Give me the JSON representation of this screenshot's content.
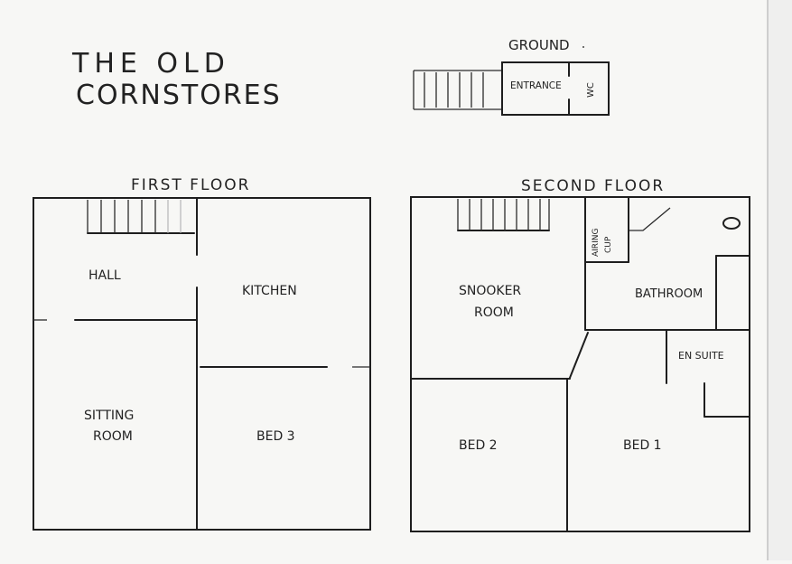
{
  "title": {
    "line1": "THE OLD",
    "line2": "CORNSTORES"
  },
  "ground": {
    "heading": "GROUND",
    "rooms": {
      "entrance": "ENTRANCE",
      "wc": "WC"
    }
  },
  "first_floor": {
    "heading": "FIRST FLOOR",
    "rooms": {
      "hall": "HALL",
      "kitchen": "KITCHEN",
      "sitting_line1": "SITTING",
      "sitting_line2": "ROOM",
      "bed3": "BED 3"
    }
  },
  "second_floor": {
    "heading": "SECOND FLOOR",
    "rooms": {
      "snooker_line1": "SNOOKER",
      "snooker_line2": "ROOM",
      "airing_line1": "AIRING",
      "airing_line2": "CUP",
      "bathroom": "BATHROOM",
      "en_suite": "EN SUITE",
      "bed2": "BED 2",
      "bed1": "BED 1"
    }
  }
}
